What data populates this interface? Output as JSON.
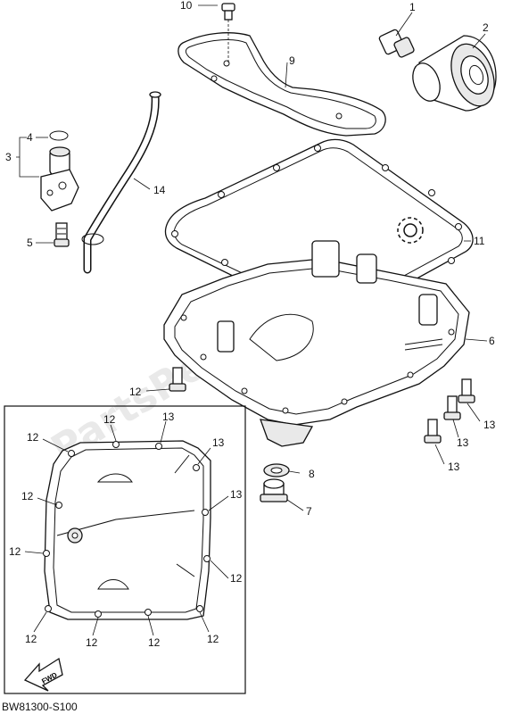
{
  "diagram": {
    "diagram_code": "BW81300-S100",
    "fwd_label": "FWD",
    "watermark": "PartsRepublik",
    "callouts": {
      "c1": "1",
      "c2": "2",
      "c3": "3",
      "c4": "4",
      "c5": "5",
      "c6": "6",
      "c7": "7",
      "c8": "8",
      "c9": "9",
      "c10": "10",
      "c11": "11",
      "c12a": "12",
      "c13a": "13",
      "c13b": "13",
      "c13c": "13",
      "c14": "14"
    },
    "inset_callouts": {
      "i12a": "12",
      "i13a": "13",
      "i12b": "12",
      "i13b": "13",
      "i12c": "12",
      "i13c": "13",
      "i12d": "12",
      "i12e": "12",
      "i12f": "12",
      "i12g": "12",
      "i12h": "12",
      "i12i": "12"
    }
  }
}
